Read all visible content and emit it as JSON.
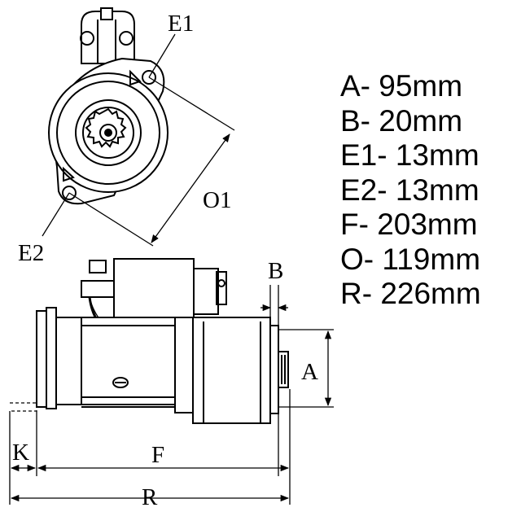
{
  "labels": {
    "e1": "E1",
    "e2": "E2",
    "o1": "O1",
    "a": "A",
    "b": "B",
    "f": "F",
    "k": "K",
    "r": "R"
  },
  "specs": [
    "A- 95mm",
    "B- 20mm",
    "E1- 13mm",
    "E2- 13mm",
    "F- 203mm",
    "O- 119mm",
    "R- 226mm"
  ]
}
